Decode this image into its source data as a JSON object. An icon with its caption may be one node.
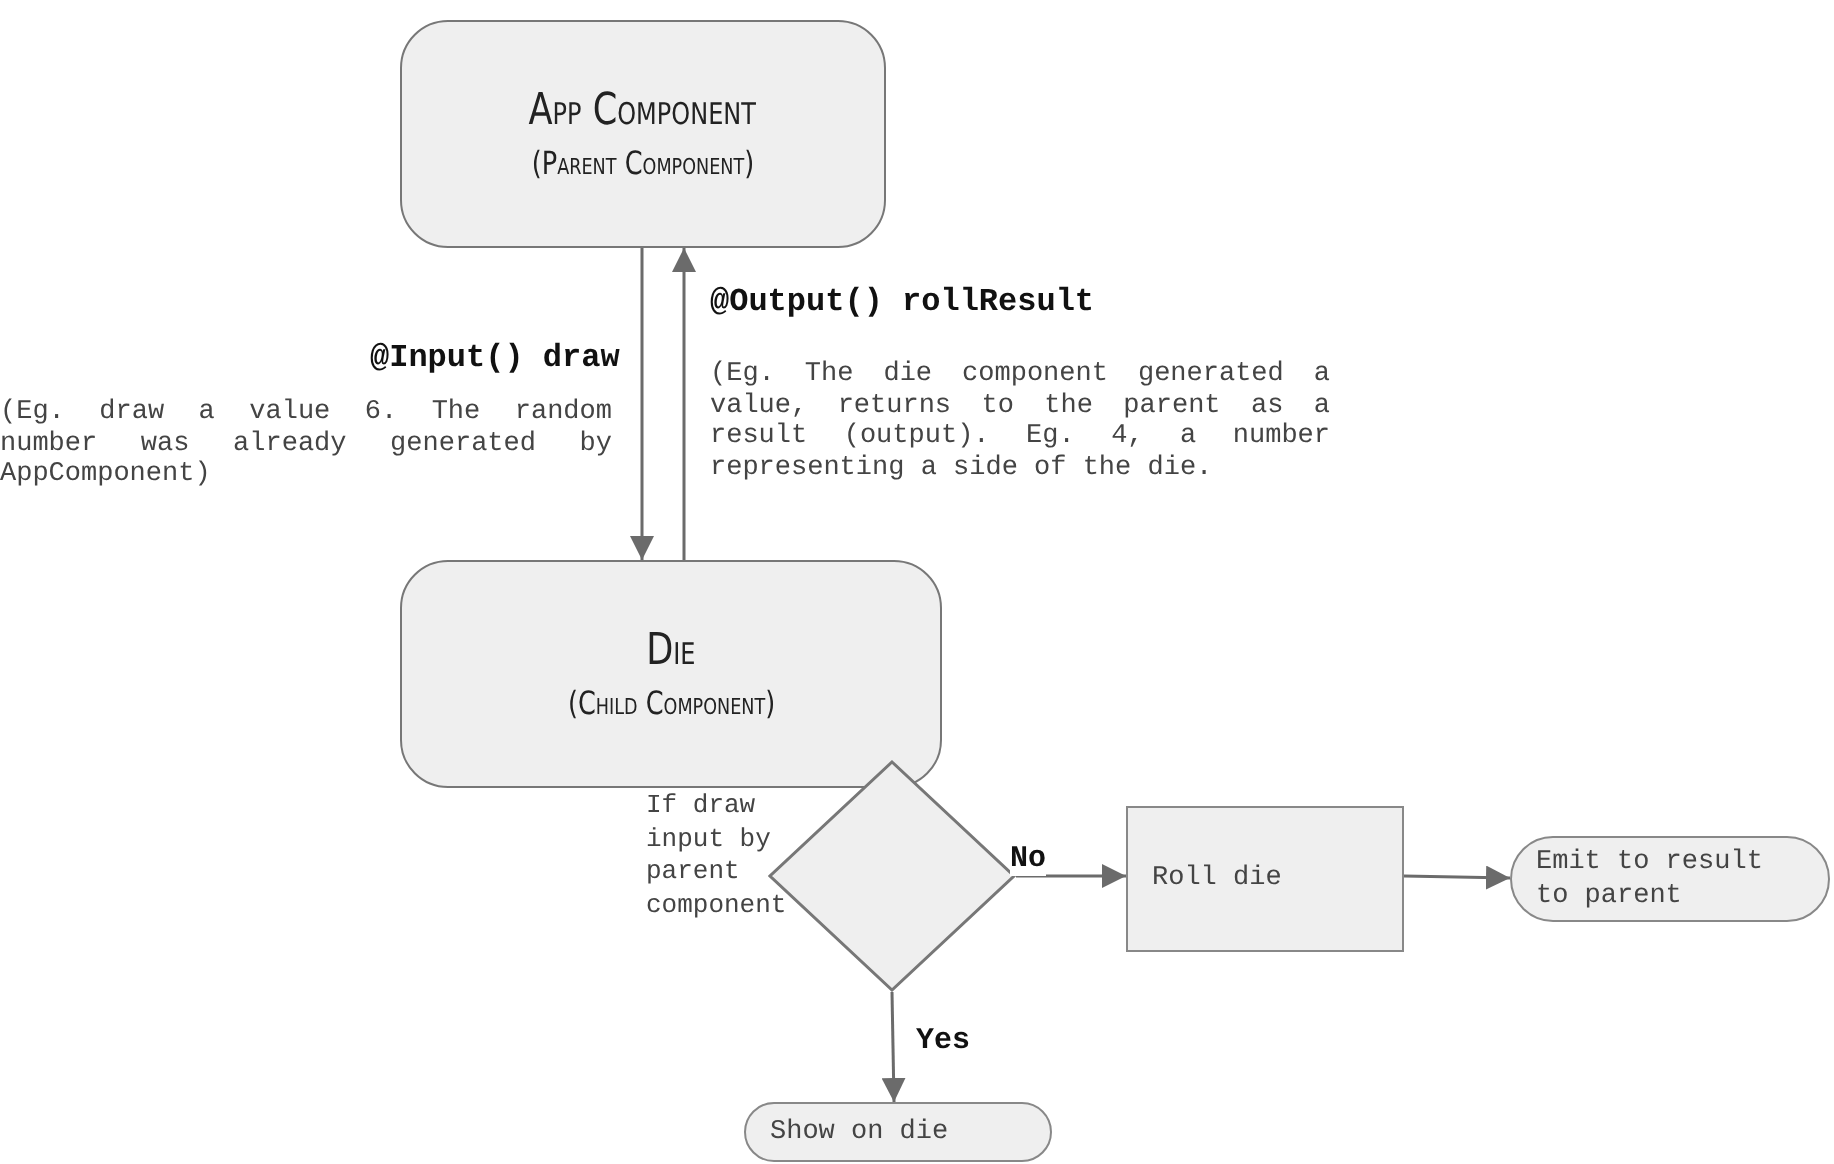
{
  "diagram": {
    "nodes": [
      {
        "text": [
          "App Component",
          "(Parent Component)"
        ]
      },
      {
        "text": [
          "Die",
          "(Child Component)"
        ]
      },
      {
        "text": [],
        "shape": "diamond",
        "beside": [
          "If draw input by parent component"
        ]
      },
      {
        "text": [
          "Roll die"
        ]
      },
      {
        "text": [
          "Emit to result to parent"
        ]
      },
      {
        "text": [
          "Show on die"
        ]
      }
    ],
    "edges": [
      {
        "from": 0,
        "to": 1,
        "arrow": "to",
        "label": "@Input() draw"
      },
      {
        "from": 1,
        "to": 0,
        "arrow": "to",
        "label": "@Output() rollResult"
      },
      {
        "from": 2,
        "to": 3,
        "arrow": "to",
        "label": "No"
      },
      {
        "from": 3,
        "to": 4,
        "arrow": "to"
      },
      {
        "from": 2,
        "to": 5,
        "arrow": "to",
        "label": "Yes"
      }
    ],
    "labels": [
      "(Eg. draw a value 6. The random number was already generated by AppComponent)",
      "(Eg. The die component generated a value, returns to the parent as a result (output). Eg. 4, a number representing a side of the die."
    ]
  }
}
